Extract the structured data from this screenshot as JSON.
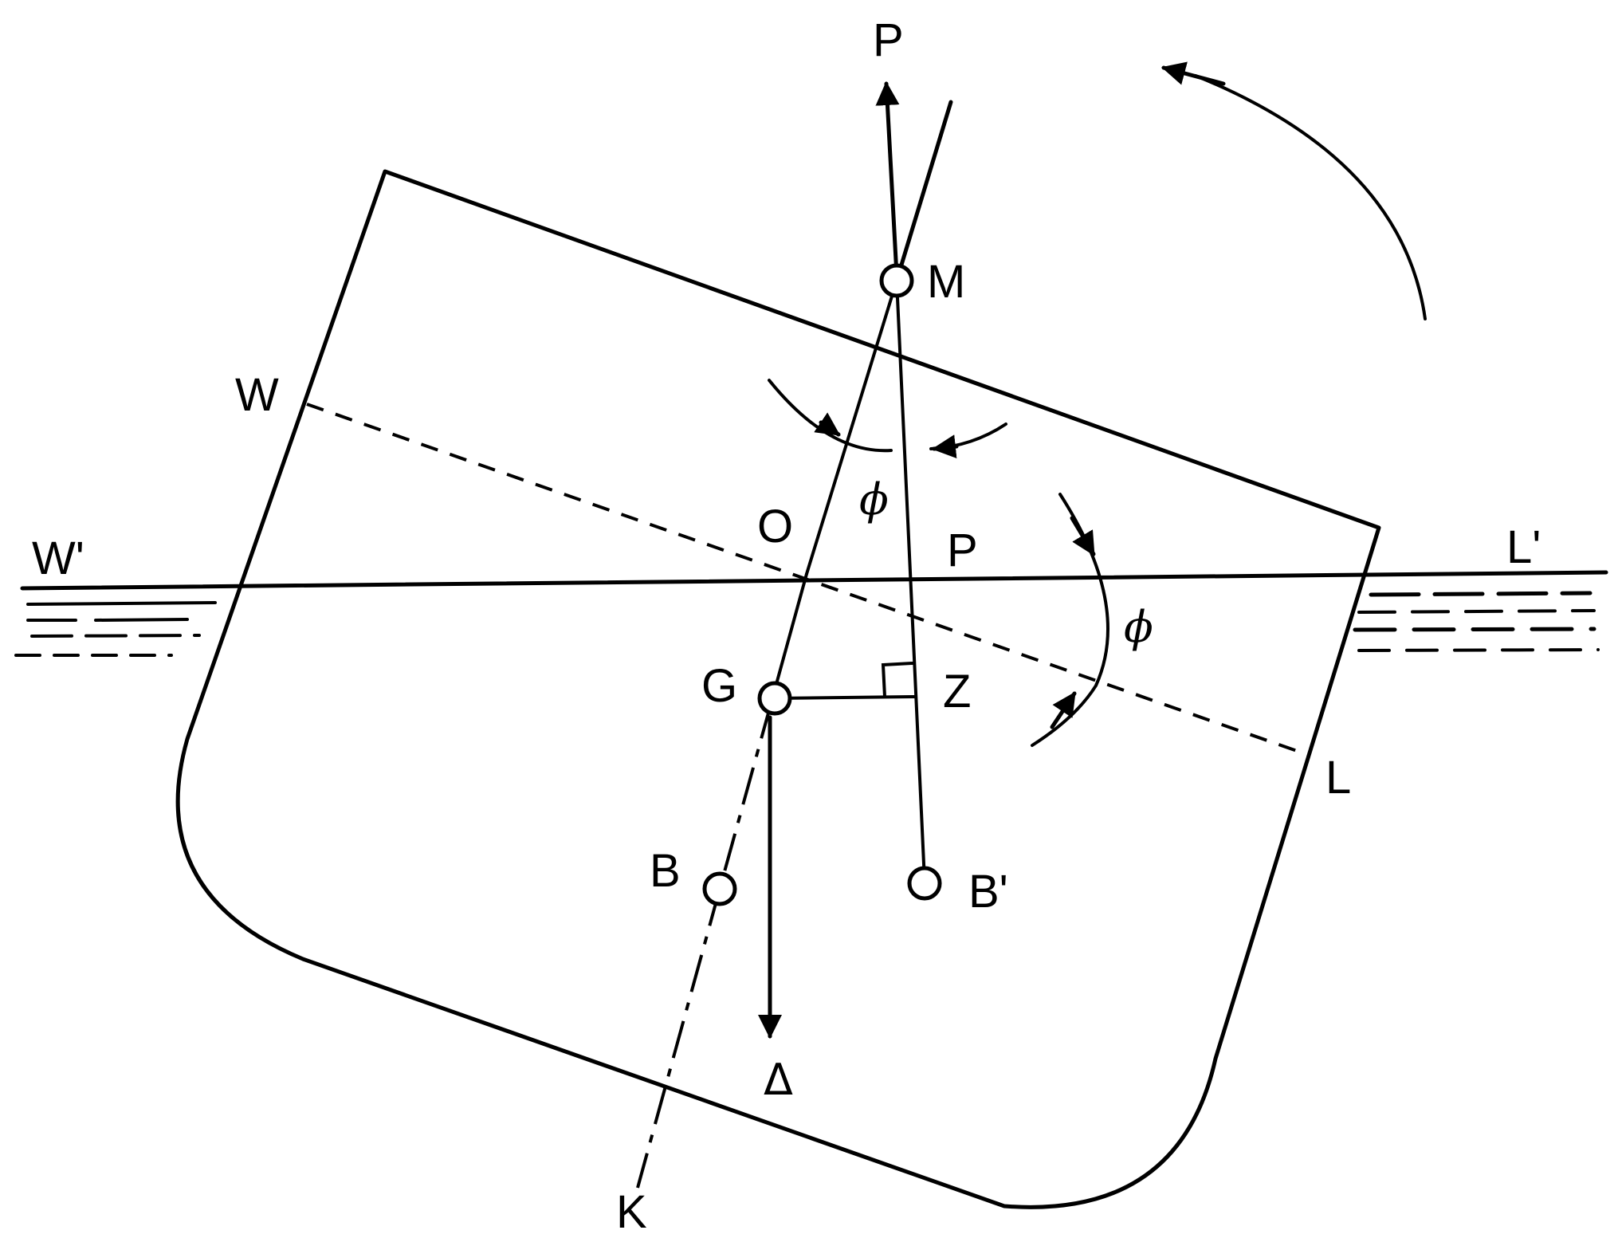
{
  "labels": {
    "P_top": "P",
    "M": "M",
    "W": "W",
    "W_prime": "W'",
    "O": "O",
    "P_mid": "P",
    "L_prime": "L'",
    "phi_upper": "ϕ",
    "phi_right": "ϕ",
    "G": "G",
    "Z": "Z",
    "L": "L",
    "B": "B",
    "B_prime": "B'",
    "delta": "Δ",
    "K": "K"
  }
}
